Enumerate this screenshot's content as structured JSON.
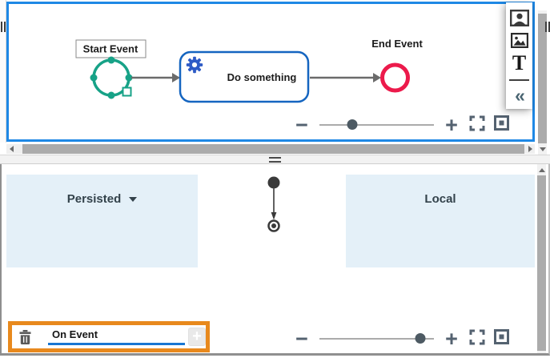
{
  "colors": {
    "canvas-border": "#1E88E5",
    "accent-orange": "#E8891D",
    "start-teal": "#17A287",
    "end-red": "#EC1A4B",
    "task-blue": "#1565C0",
    "gear-blue": "#2E5BC6",
    "panel-fill": "#E4F0F8",
    "underline-blue": "#1976D2",
    "control-gray": "#546270"
  },
  "top_panel": {
    "diagram": {
      "start_event": "Start Event",
      "task": "Do something",
      "end_event": "End Event"
    },
    "toolbar": {
      "text_tool_glyph": "T",
      "collapse_glyph": "«"
    },
    "zoom": {
      "minus": "−",
      "plus": "+",
      "slider_pos": "29%"
    }
  },
  "bottom_panel": {
    "persisted_label": "Persisted",
    "local_label": "Local",
    "event_bar": {
      "value": "On Event",
      "add_label": "+"
    },
    "zoom": {
      "minus": "−",
      "plus": "+",
      "slider_pos": "88%"
    }
  }
}
